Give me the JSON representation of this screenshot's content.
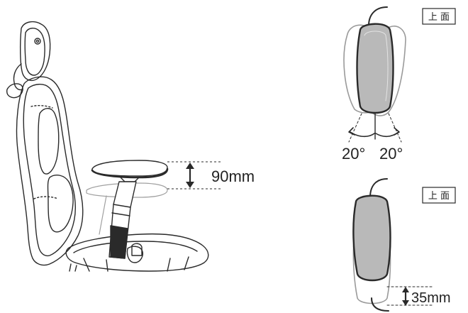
{
  "diagram": {
    "height_adjust_label": "90mm",
    "angle_left_label": "20°",
    "angle_right_label": "20°",
    "slide_adjust_label": "35mm",
    "top_view_tag_1": "上 面",
    "top_view_tag_2": "上 面"
  },
  "colors": {
    "line": "#2a2a2a",
    "ghost_line": "#9a9a9a",
    "pad_fill": "#b9b9b9",
    "pad_dark": "#3a3a3a"
  }
}
